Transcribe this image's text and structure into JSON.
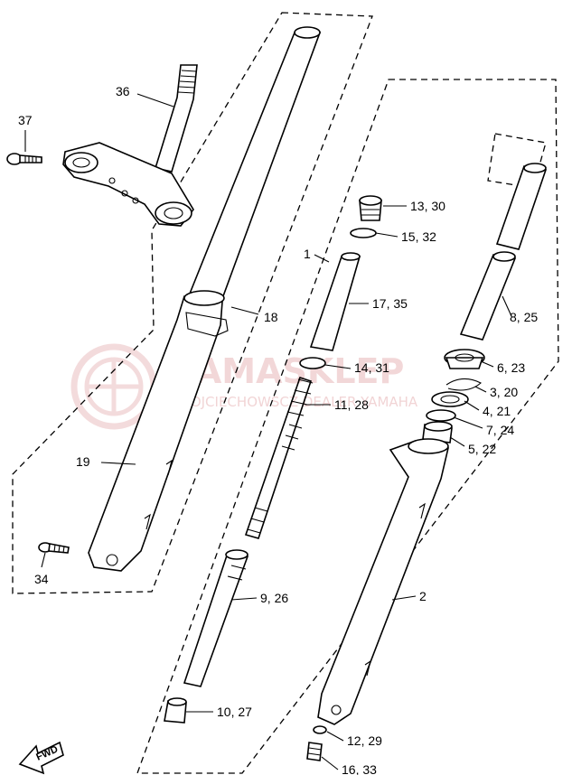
{
  "watermark": {
    "brand": "YAMASKLEP",
    "subtitle": "WOJCIECHOWSCZ DEALER YAMAHA"
  },
  "fwd_label": "FWD",
  "callouts": {
    "c36": "36",
    "c37": "37",
    "c18": "18",
    "c19": "19",
    "c34": "34",
    "c1": "1",
    "c13_30": "13, 30",
    "c15_32": "15, 32",
    "c17_35": "17, 35",
    "c14_31": "14, 31",
    "c11_28": "11, 28",
    "c8_25": "8, 25",
    "c6_23": "6, 23",
    "c3_20": "3, 20",
    "c4_21": "4, 21",
    "c7_24": "7, 24",
    "c5_22": "5, 22",
    "c2": "2",
    "c9_26": "9, 26",
    "c10_27": "10, 27",
    "c12_29": "12, 29",
    "c16_33": "16, 33"
  }
}
